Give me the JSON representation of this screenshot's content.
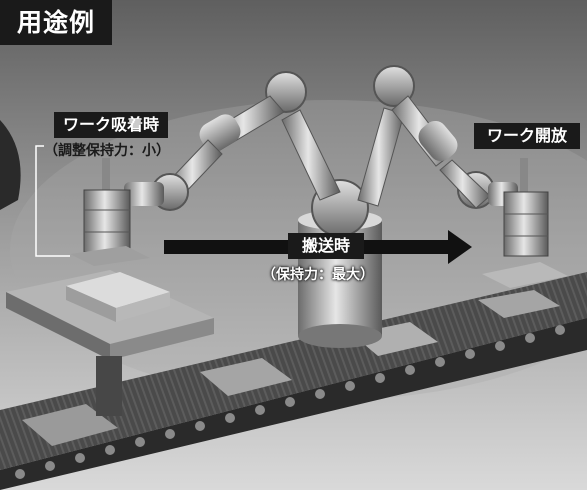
{
  "title": "用途例",
  "labels": {
    "adsorb": "ワーク吸着時",
    "adsorb_note": "（調整保持力：小）",
    "transport": "搬送時",
    "transport_note": "（保持力：最大）",
    "release": "ワーク開放"
  },
  "colors": {
    "label_bg": "#1a1a1a",
    "label_text": "#ffffff",
    "arrow": "#111111",
    "robot_metal": "#b8b8b8",
    "conveyor": "#3a3a3a"
  },
  "icons": {
    "robot": "dual-arm-robot-icon",
    "gripper_left": "gripper-icon",
    "gripper_right": "gripper-icon",
    "arrow": "arrow-right-icon",
    "conveyor": "conveyor-belt-icon",
    "pedestal": "pedestal-icon"
  }
}
